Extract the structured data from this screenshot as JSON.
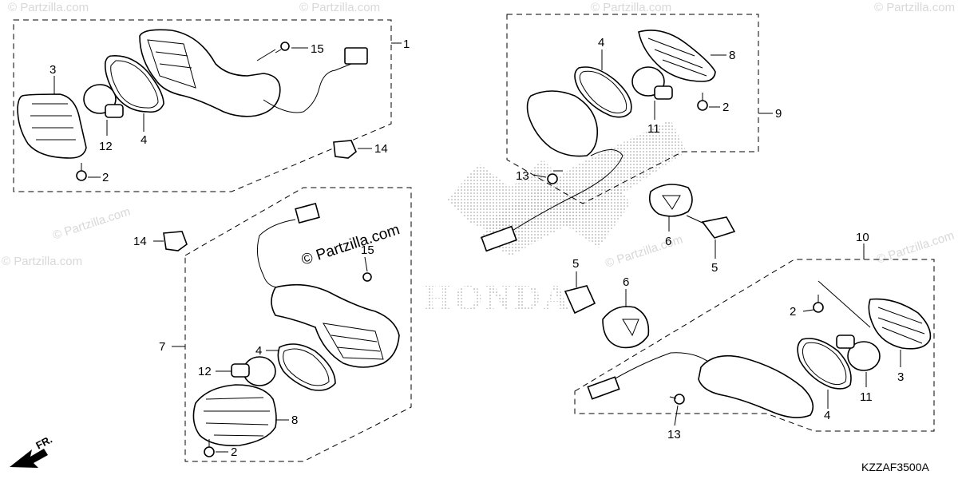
{
  "watermark": {
    "main": "© Partzilla.com",
    "repeat": "© Partzilla.com"
  },
  "brand_mark": "HONDA",
  "drawing_code": "KZZAF3500A",
  "direction_label": "FR.",
  "callouts": {
    "c1": "1",
    "c2a": "2",
    "c2b": "2",
    "c2c": "2",
    "c2d": "2",
    "c3a": "3",
    "c3b": "3",
    "c4a": "4",
    "c4b": "4",
    "c4c": "4",
    "c4d": "4",
    "c5a": "5",
    "c5b": "5",
    "c6a": "6",
    "c6b": "6",
    "c7": "7",
    "c8a": "8",
    "c8b": "8",
    "c9": "9",
    "c10": "10",
    "c11a": "11",
    "c11b": "11",
    "c12a": "12",
    "c12b": "12",
    "c13a": "13",
    "c13b": "13",
    "c14a": "14",
    "c14b": "14",
    "c15a": "15",
    "c15b": "15"
  },
  "colors": {
    "line": "#000000",
    "watermark": "#d8d8d8",
    "dots": "#9a9a9a"
  }
}
